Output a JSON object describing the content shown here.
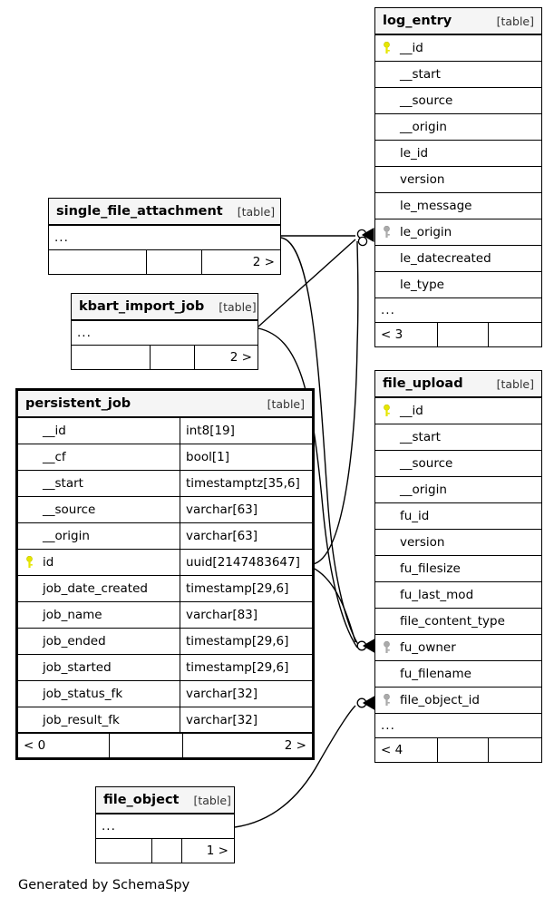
{
  "diagram": {
    "title": "SchemaSpy entity relationship diagram",
    "footer_text": "Generated by SchemaSpy",
    "table_tag": "[table]",
    "ellipsis": "...",
    "colors": {
      "background": "#ffffff",
      "header_fill": "#f5f5f5",
      "border": "#000000",
      "primary_key_icon": "#e6e600",
      "foreign_key_icon": "#aaaaaa",
      "edge": "#000000",
      "text": "#000000"
    },
    "icons": {
      "primary_key": "key-icon-yellow",
      "foreign_key": "key-icon-gray"
    }
  },
  "tables": [
    {
      "id": "log_entry",
      "name": "log_entry",
      "tag": "[table]",
      "focal": false,
      "has_types": false,
      "columns": [
        {
          "name": "__id",
          "key": "primary"
        },
        {
          "name": "__start",
          "key": "none"
        },
        {
          "name": "__source",
          "key": "none"
        },
        {
          "name": "__origin",
          "key": "none"
        },
        {
          "name": "le_id",
          "key": "none"
        },
        {
          "name": "version",
          "key": "none"
        },
        {
          "name": "le_message",
          "key": "none"
        },
        {
          "name": "le_origin",
          "key": "foreign"
        },
        {
          "name": "le_datecreated",
          "key": "none"
        },
        {
          "name": "le_type",
          "key": "none"
        }
      ],
      "more_indicator": "...",
      "footer": {
        "left": "< 3",
        "middle": "",
        "right": ""
      }
    },
    {
      "id": "single_file_attachment",
      "name": "single_file_attachment",
      "tag": "[table]",
      "focal": false,
      "has_types": false,
      "columns": [],
      "more_indicator": "...",
      "footer": {
        "left": "",
        "middle": "",
        "right": "2 >"
      }
    },
    {
      "id": "kbart_import_job",
      "name": "kbart_import_job",
      "tag": "[table]",
      "focal": false,
      "has_types": false,
      "columns": [],
      "more_indicator": "...",
      "footer": {
        "left": "",
        "middle": "",
        "right": "2 >"
      }
    },
    {
      "id": "persistent_job",
      "name": "persistent_job",
      "tag": "[table]",
      "focal": true,
      "has_types": true,
      "columns": [
        {
          "name": "__id",
          "type": "int8[19]",
          "key": "none"
        },
        {
          "name": "__cf",
          "type": "bool[1]",
          "key": "none"
        },
        {
          "name": "__start",
          "type": "timestamptz[35,6]",
          "key": "none"
        },
        {
          "name": "__source",
          "type": "varchar[63]",
          "key": "none"
        },
        {
          "name": "__origin",
          "type": "varchar[63]",
          "key": "none"
        },
        {
          "name": "id",
          "type": "uuid[2147483647]",
          "key": "primary"
        },
        {
          "name": "job_date_created",
          "type": "timestamp[29,6]",
          "key": "none"
        },
        {
          "name": "job_name",
          "type": "varchar[83]",
          "key": "none"
        },
        {
          "name": "job_ended",
          "type": "timestamp[29,6]",
          "key": "none"
        },
        {
          "name": "job_started",
          "type": "timestamp[29,6]",
          "key": "none"
        },
        {
          "name": "job_status_fk",
          "type": "varchar[32]",
          "key": "none"
        },
        {
          "name": "job_result_fk",
          "type": "varchar[32]",
          "key": "none"
        }
      ],
      "more_indicator": "",
      "footer": {
        "left": "< 0",
        "middle": "",
        "right": "2 >"
      }
    },
    {
      "id": "file_upload",
      "name": "file_upload",
      "tag": "[table]",
      "focal": false,
      "has_types": false,
      "columns": [
        {
          "name": "__id",
          "key": "primary"
        },
        {
          "name": "__start",
          "key": "none"
        },
        {
          "name": "__source",
          "key": "none"
        },
        {
          "name": "__origin",
          "key": "none"
        },
        {
          "name": "fu_id",
          "key": "none"
        },
        {
          "name": "version",
          "key": "none"
        },
        {
          "name": "fu_filesize",
          "key": "none"
        },
        {
          "name": "fu_last_mod",
          "key": "none"
        },
        {
          "name": "file_content_type",
          "key": "none"
        },
        {
          "name": "fu_owner",
          "key": "foreign"
        },
        {
          "name": "fu_filename",
          "key": "none"
        },
        {
          "name": "file_object_id",
          "key": "foreign"
        }
      ],
      "more_indicator": "...",
      "footer": {
        "left": "< 4",
        "middle": "",
        "right": ""
      }
    },
    {
      "id": "file_object",
      "name": "file_object",
      "tag": "[table]",
      "focal": false,
      "has_types": false,
      "columns": [],
      "more_indicator": "...",
      "footer": {
        "left": "",
        "middle": "",
        "right": "1 >"
      }
    }
  ],
  "relationships": [
    {
      "from": "single_file_attachment",
      "to": "log_entry",
      "to_column": "le_origin"
    },
    {
      "from": "kbart_import_job",
      "to": "log_entry",
      "to_column": "le_origin"
    },
    {
      "from": "persistent_job",
      "to": "log_entry",
      "to_column": "le_origin"
    },
    {
      "from": "persistent_job",
      "to": "file_upload",
      "to_column": "fu_owner"
    },
    {
      "from": "single_file_attachment",
      "to": "file_upload",
      "to_column": "fu_owner"
    },
    {
      "from": "kbart_import_job",
      "to": "file_upload",
      "to_column": "fu_owner"
    },
    {
      "from": "file_object",
      "to": "file_upload",
      "to_column": "file_object_id"
    }
  ]
}
